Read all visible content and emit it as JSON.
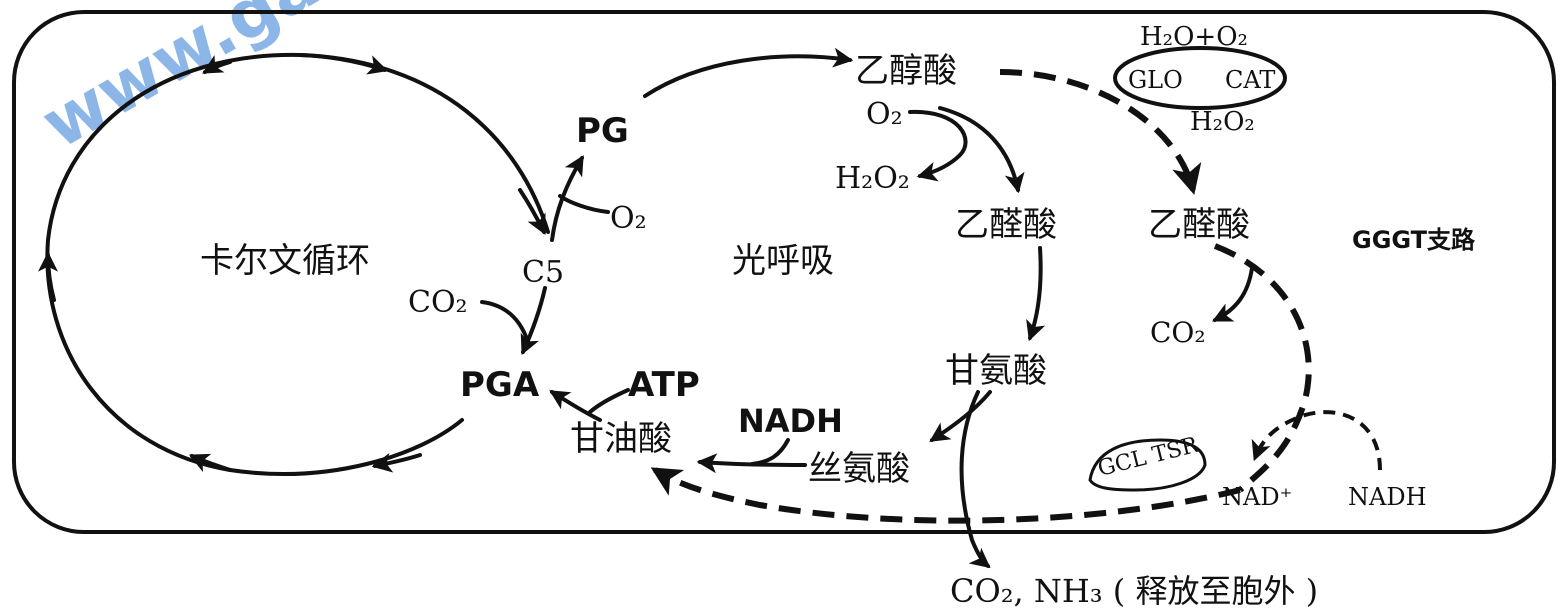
{
  "watermark": {
    "text": "www.ga"
  },
  "cycle": {
    "calvin": "卡尔文循环",
    "photorespiration": "光呼吸",
    "ggat": "GGGT支路"
  },
  "metabolites": {
    "pg": "PG",
    "c5": "C5",
    "pga": "PGA",
    "glycolate": "乙醇酸",
    "glyoxylate_main": "乙醛酸",
    "glyoxylate_branch": "乙醛酸",
    "glycine": "甘氨酸",
    "serine": "丝氨酸",
    "glycerate": "甘油酸",
    "release": "CO₂, NH₃ ( 释放至胞外 )"
  },
  "cofactors": {
    "o2_calvin": "O₂",
    "co2_calvin": "CO₂",
    "atp": "ATP",
    "nadh_main": "NADH",
    "o2_photo": "O₂",
    "h2o2_photo": "H₂O₂",
    "h2o_o2": "H₂O+O₂",
    "h2o2_branch": "H₂O₂",
    "co2_branch": "CO₂",
    "nad_plus": "NAD⁺",
    "nadh_branch": "NADH"
  },
  "enzymes": {
    "glo": "GLO",
    "cat": "CAT",
    "gcl_tsr": "GCL TSR"
  }
}
